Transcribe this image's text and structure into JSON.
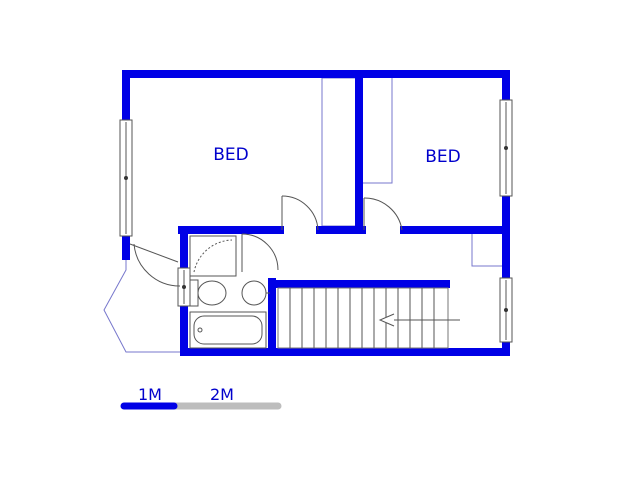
{
  "rooms": [
    {
      "label": "BED"
    },
    {
      "label": "BED"
    }
  ],
  "scale": {
    "first_label": "1M",
    "second_label": "2M"
  },
  "colors": {
    "wall": "#0000e6",
    "label": "#0000cc",
    "thin_line": "#7777cc",
    "scale_gray": "#bdbdbd",
    "fixture": "#555555"
  }
}
